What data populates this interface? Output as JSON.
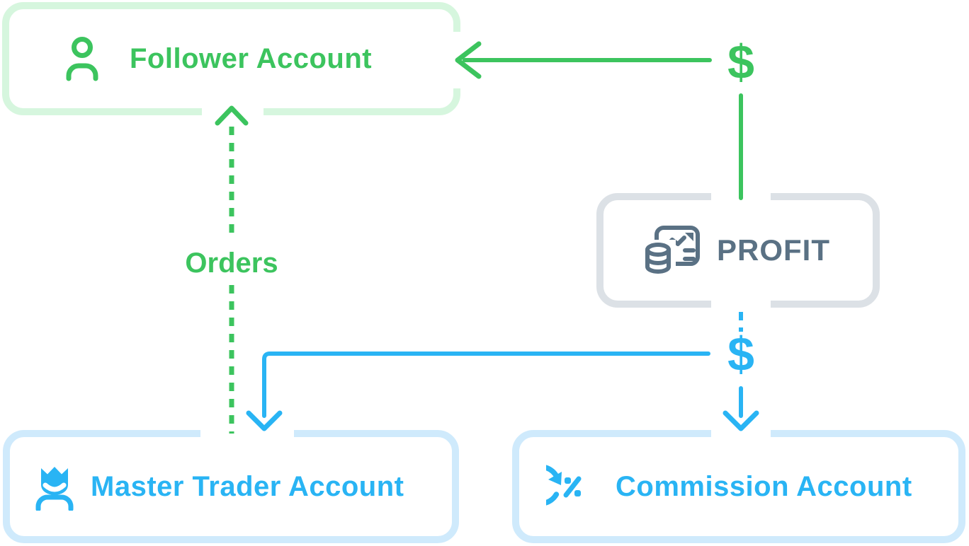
{
  "diagram": {
    "nodes": {
      "follower": {
        "label": "Follower Account",
        "icon": "user-icon"
      },
      "profit": {
        "label": "PROFIT",
        "icon": "profit-report-coins-icon"
      },
      "master": {
        "label": "Master Trader Account",
        "icon": "crown-trader-icon"
      },
      "commission": {
        "label": "Commission Account",
        "icon": "percent-cycle-icon"
      }
    },
    "edges": {
      "orders_label": "Orders",
      "profit_to_follower_symbol": "$",
      "profit_to_accounts_symbol": "$"
    },
    "colors": {
      "green": "#3cc45e",
      "green_light_border": "#d6f6de",
      "blue": "#29b4f4",
      "blue_light_border": "#cfeafc",
      "gray_border": "#dce1e6",
      "slate_text": "#5a7184"
    }
  }
}
